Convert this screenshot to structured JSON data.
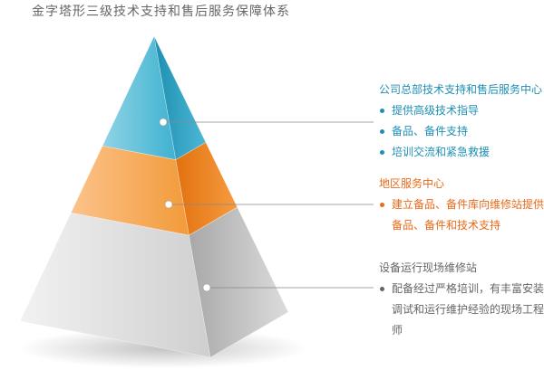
{
  "title": "金字塔形三级技术支持和售后服务保障体系",
  "tiers": [
    {
      "heading": "公司总部技术支持和售后服务中心",
      "items": [
        "提供高级技术指导",
        "备品、备件支持",
        "培训交流和紧急救援"
      ],
      "color": "#1f8fb5"
    },
    {
      "heading": "地区服务中心",
      "items": [
        "建立备品、备件库向维修站提供",
        "备品、备件和技术支持"
      ],
      "color": "#e86a1a"
    },
    {
      "heading": "设备运行现场维修站",
      "items": [
        "配备经过严格培训，有丰富安装",
        "调试和运行维护经验的现场工程师"
      ],
      "color": "#666666"
    }
  ]
}
